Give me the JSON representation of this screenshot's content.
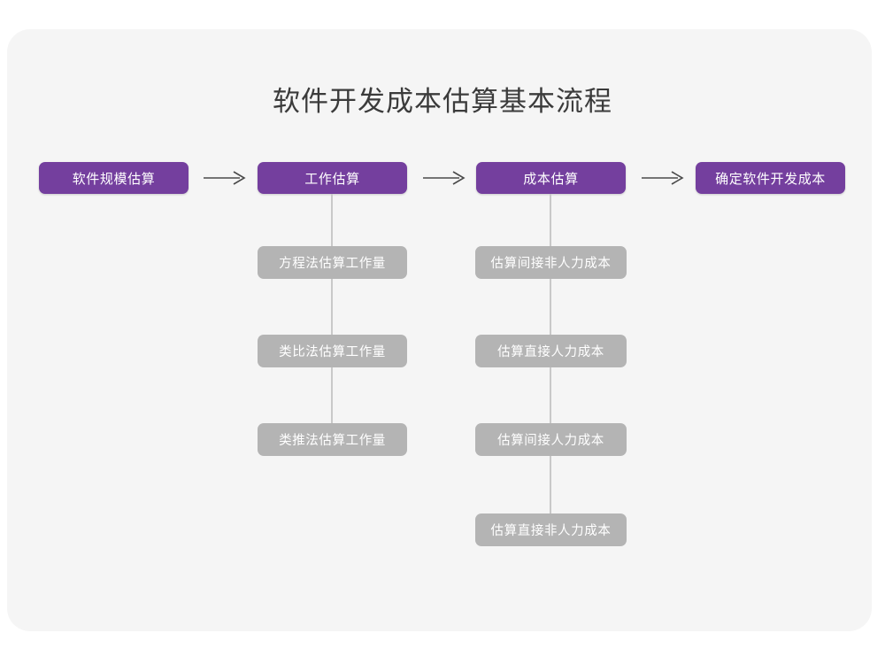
{
  "page": {
    "title": "软件开发成本估算基本流程",
    "background_color": "#ffffff",
    "card_color": "#f5f5f5",
    "primary_color": "#743f9e",
    "secondary_color": "#b4b4b4",
    "connector_color": "#c9c9c9",
    "title_color": "#3b3b3b"
  },
  "flow": {
    "main_steps": [
      {
        "label": "软件规模估算"
      },
      {
        "label": "工作估算"
      },
      {
        "label": "成本估算"
      },
      {
        "label": "确定软件开发成本"
      }
    ],
    "arrows": [
      {
        "name": "arrow-1",
        "glyph": "→"
      },
      {
        "name": "arrow-2",
        "glyph": "→"
      },
      {
        "name": "arrow-3",
        "glyph": "→"
      }
    ],
    "branches": [
      {
        "parent": "工作估算",
        "items": [
          {
            "label": "方程法估算工作量"
          },
          {
            "label": "类比法估算工作量"
          },
          {
            "label": "类推法估算工作量"
          }
        ]
      },
      {
        "parent": "成本估算",
        "items": [
          {
            "label": "估算间接非人力成本"
          },
          {
            "label": "估算直接人力成本"
          },
          {
            "label": "估算间接人力成本"
          },
          {
            "label": "估算直接非人力成本"
          }
        ]
      }
    ]
  }
}
